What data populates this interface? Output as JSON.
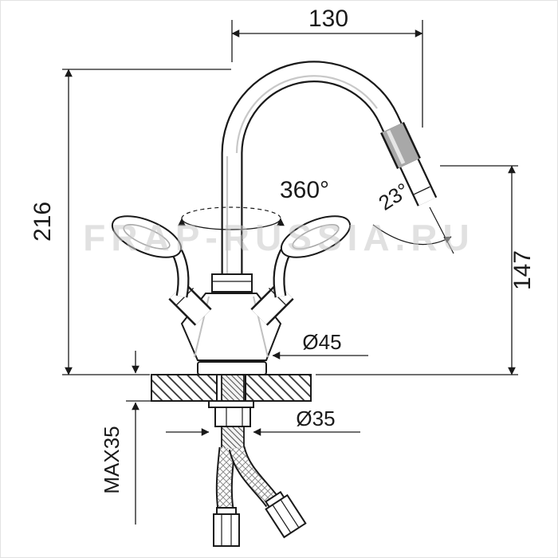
{
  "watermark": "FRAP-RUSSIA.RU",
  "dimensions": {
    "spout_reach": "130",
    "total_height": "216",
    "spout_height": "147",
    "swivel_angle": "360°",
    "spout_angle": "23°",
    "base_diameter": "Ø45",
    "nut_diameter": "Ø35",
    "max_mount_thickness": "MAX35"
  },
  "colors": {
    "line": "#1a1a1a",
    "watermark": "#c9c9c9",
    "paper": "#ffffff"
  }
}
